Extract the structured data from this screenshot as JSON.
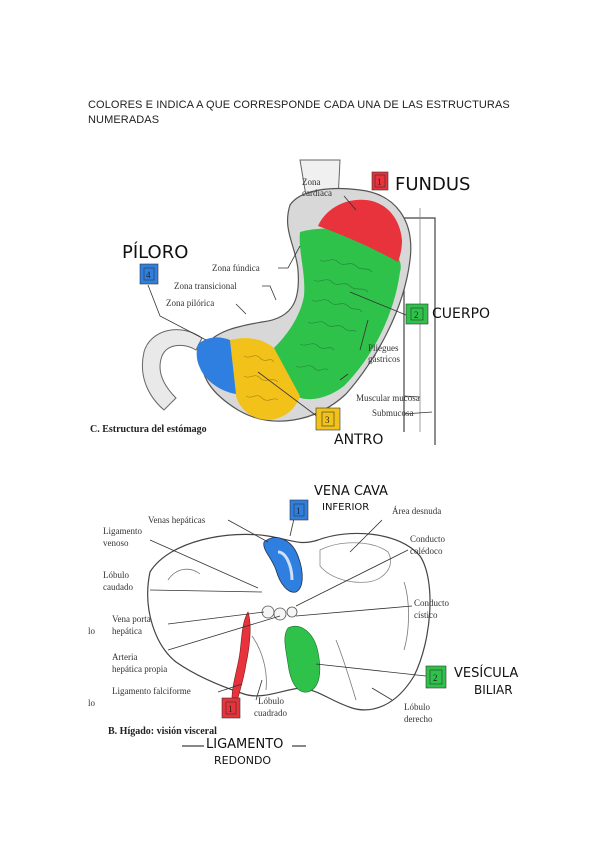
{
  "instructions": "COLORES E INDICA A QUE CORRESPONDE CADA UNA DE LAS ESTRUCTURAS NUMERADAS",
  "stomach": {
    "caption": "C. Estructura del estómago",
    "labels": {
      "zona_cardiaca_1": "Zona",
      "zona_cardiaca_2": "cardíaca",
      "zona_fundica": "Zona fúndica",
      "zona_transicional": "Zona transicional",
      "zona_pilorica": "Zona pilórica",
      "pliegues_1": "Pliegues",
      "pliegues_2": "gástricos",
      "muscular_mucosa": "Muscular mucosa",
      "submucosa": "Submucosa"
    },
    "markers": [
      {
        "num": "1",
        "color": "#e8323c",
        "answer": "FUNDUS"
      },
      {
        "num": "2",
        "color": "#2fc24a",
        "answer": "CUERPO"
      },
      {
        "num": "3",
        "color": "#f2c21a",
        "answer": "ANTRO"
      },
      {
        "num": "4",
        "color": "#2f7fe0",
        "answer": "PÍLORO"
      }
    ]
  },
  "liver": {
    "caption": "B. Hígado: visión visceral",
    "labels": {
      "venas_hepaticas": "Venas hepáticas",
      "ligamento_venoso_1": "Ligamento",
      "ligamento_venoso_2": "venoso",
      "lobulo_caudado_1": "Lóbulo",
      "lobulo_caudado_2": "caudado",
      "vena_porta_1": "Vena porta",
      "vena_porta_2": "hepática",
      "arteria_1": "Arteria",
      "arteria_2": "hepática propia",
      "ligamento_falciforme": "Ligamento falciforme",
      "lobulo_cuadrado_1": "Lóbulo",
      "lobulo_cuadrado_2": "cuadrado",
      "area_desnuda": "Área desnuda",
      "conducto_coledoco_1": "Conducto",
      "conducto_coledoco_2": "colédoco",
      "conducto_cistico_1": "Conducto",
      "conducto_cistico_2": "cístico",
      "lobulo_derecho_1": "Lóbulo",
      "lobulo_derecho_2": "derecho",
      "edge_1": "lo",
      "edge_2": "lo"
    },
    "markers": [
      {
        "num": "1",
        "color": "#2f7fe0",
        "answer_1": "VENA CAVA",
        "answer_2": "INFERIOR"
      },
      {
        "num": "2",
        "color": "#2fc24a",
        "answer_1": "VESÍCULA",
        "answer_2": "BILIAR"
      },
      {
        "num": "1",
        "color": "#e8323c",
        "answer_1": "LIGAMENTO",
        "answer_2": "REDONDO"
      }
    ]
  }
}
